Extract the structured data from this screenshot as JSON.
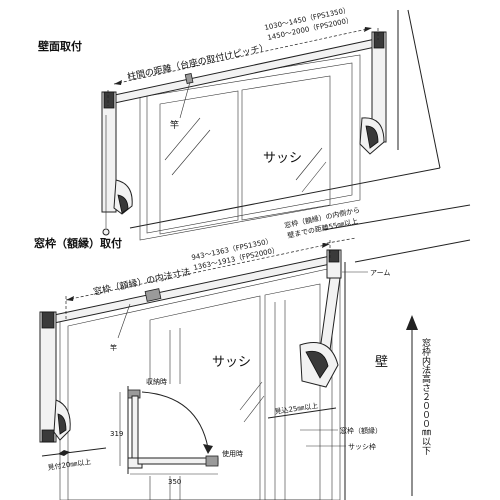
{
  "top": {
    "title": "壁面取付",
    "dim_label": "柱間の距離（台座の取付けピッチ）",
    "dim_value_1": "1030～1450（FPS1350）",
    "dim_value_2": "1450～2000（FPS2000）",
    "pole_label": "竿",
    "sash_label": "サッシ"
  },
  "bottom": {
    "title": "窓枠（額縁）取付",
    "dim_label": "窓枠（額縁）の内法寸法",
    "dim_value_1": "943～1363（FPS1350）",
    "dim_value_2": "1363～1913（FPS2000）",
    "frame_note_1": "窓枠（額縁）の内側から",
    "frame_note_2": "壁までの距離55㎜以上",
    "arm_label": "アーム",
    "pole_label": "竿",
    "sash_label": "サッシ",
    "wall_label": "壁",
    "height_label": "窓枠内法高さ２０００㎜以下",
    "mitsuke_label": "見付20㎜以上",
    "mikomi_label": "見込25㎜以上",
    "window_frame_label": "窓枠（額縁）",
    "sash_frame_label": "サッシ枠"
  },
  "inset": {
    "stowed_label": "収納時",
    "inuse_label": "使用時",
    "height_value": "319",
    "width_value": "350"
  }
}
